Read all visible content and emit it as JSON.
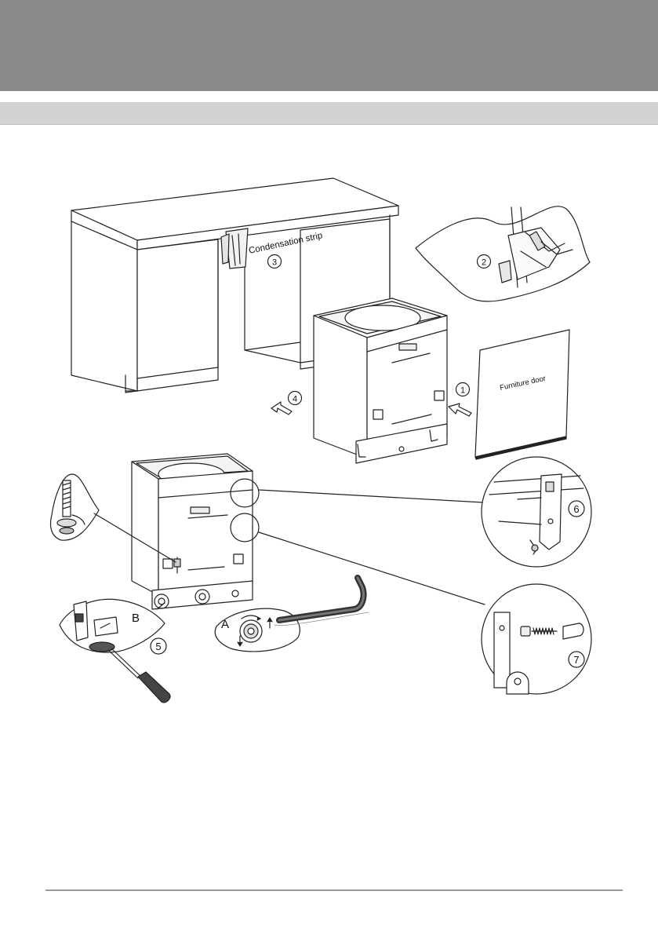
{
  "labels": {
    "condensation_strip": "Condensation strip",
    "furniture_door": "Furniture door",
    "step_1": "1",
    "step_2": "2",
    "step_3": "3",
    "step_4": "4",
    "step_5": "5",
    "step_6": "6",
    "step_7": "7",
    "letter_a": "A",
    "letter_b": "B"
  },
  "colors": {
    "header_band": "#8a8a8a",
    "section_bar": "#d2d2d2",
    "line_art": "#222222"
  }
}
